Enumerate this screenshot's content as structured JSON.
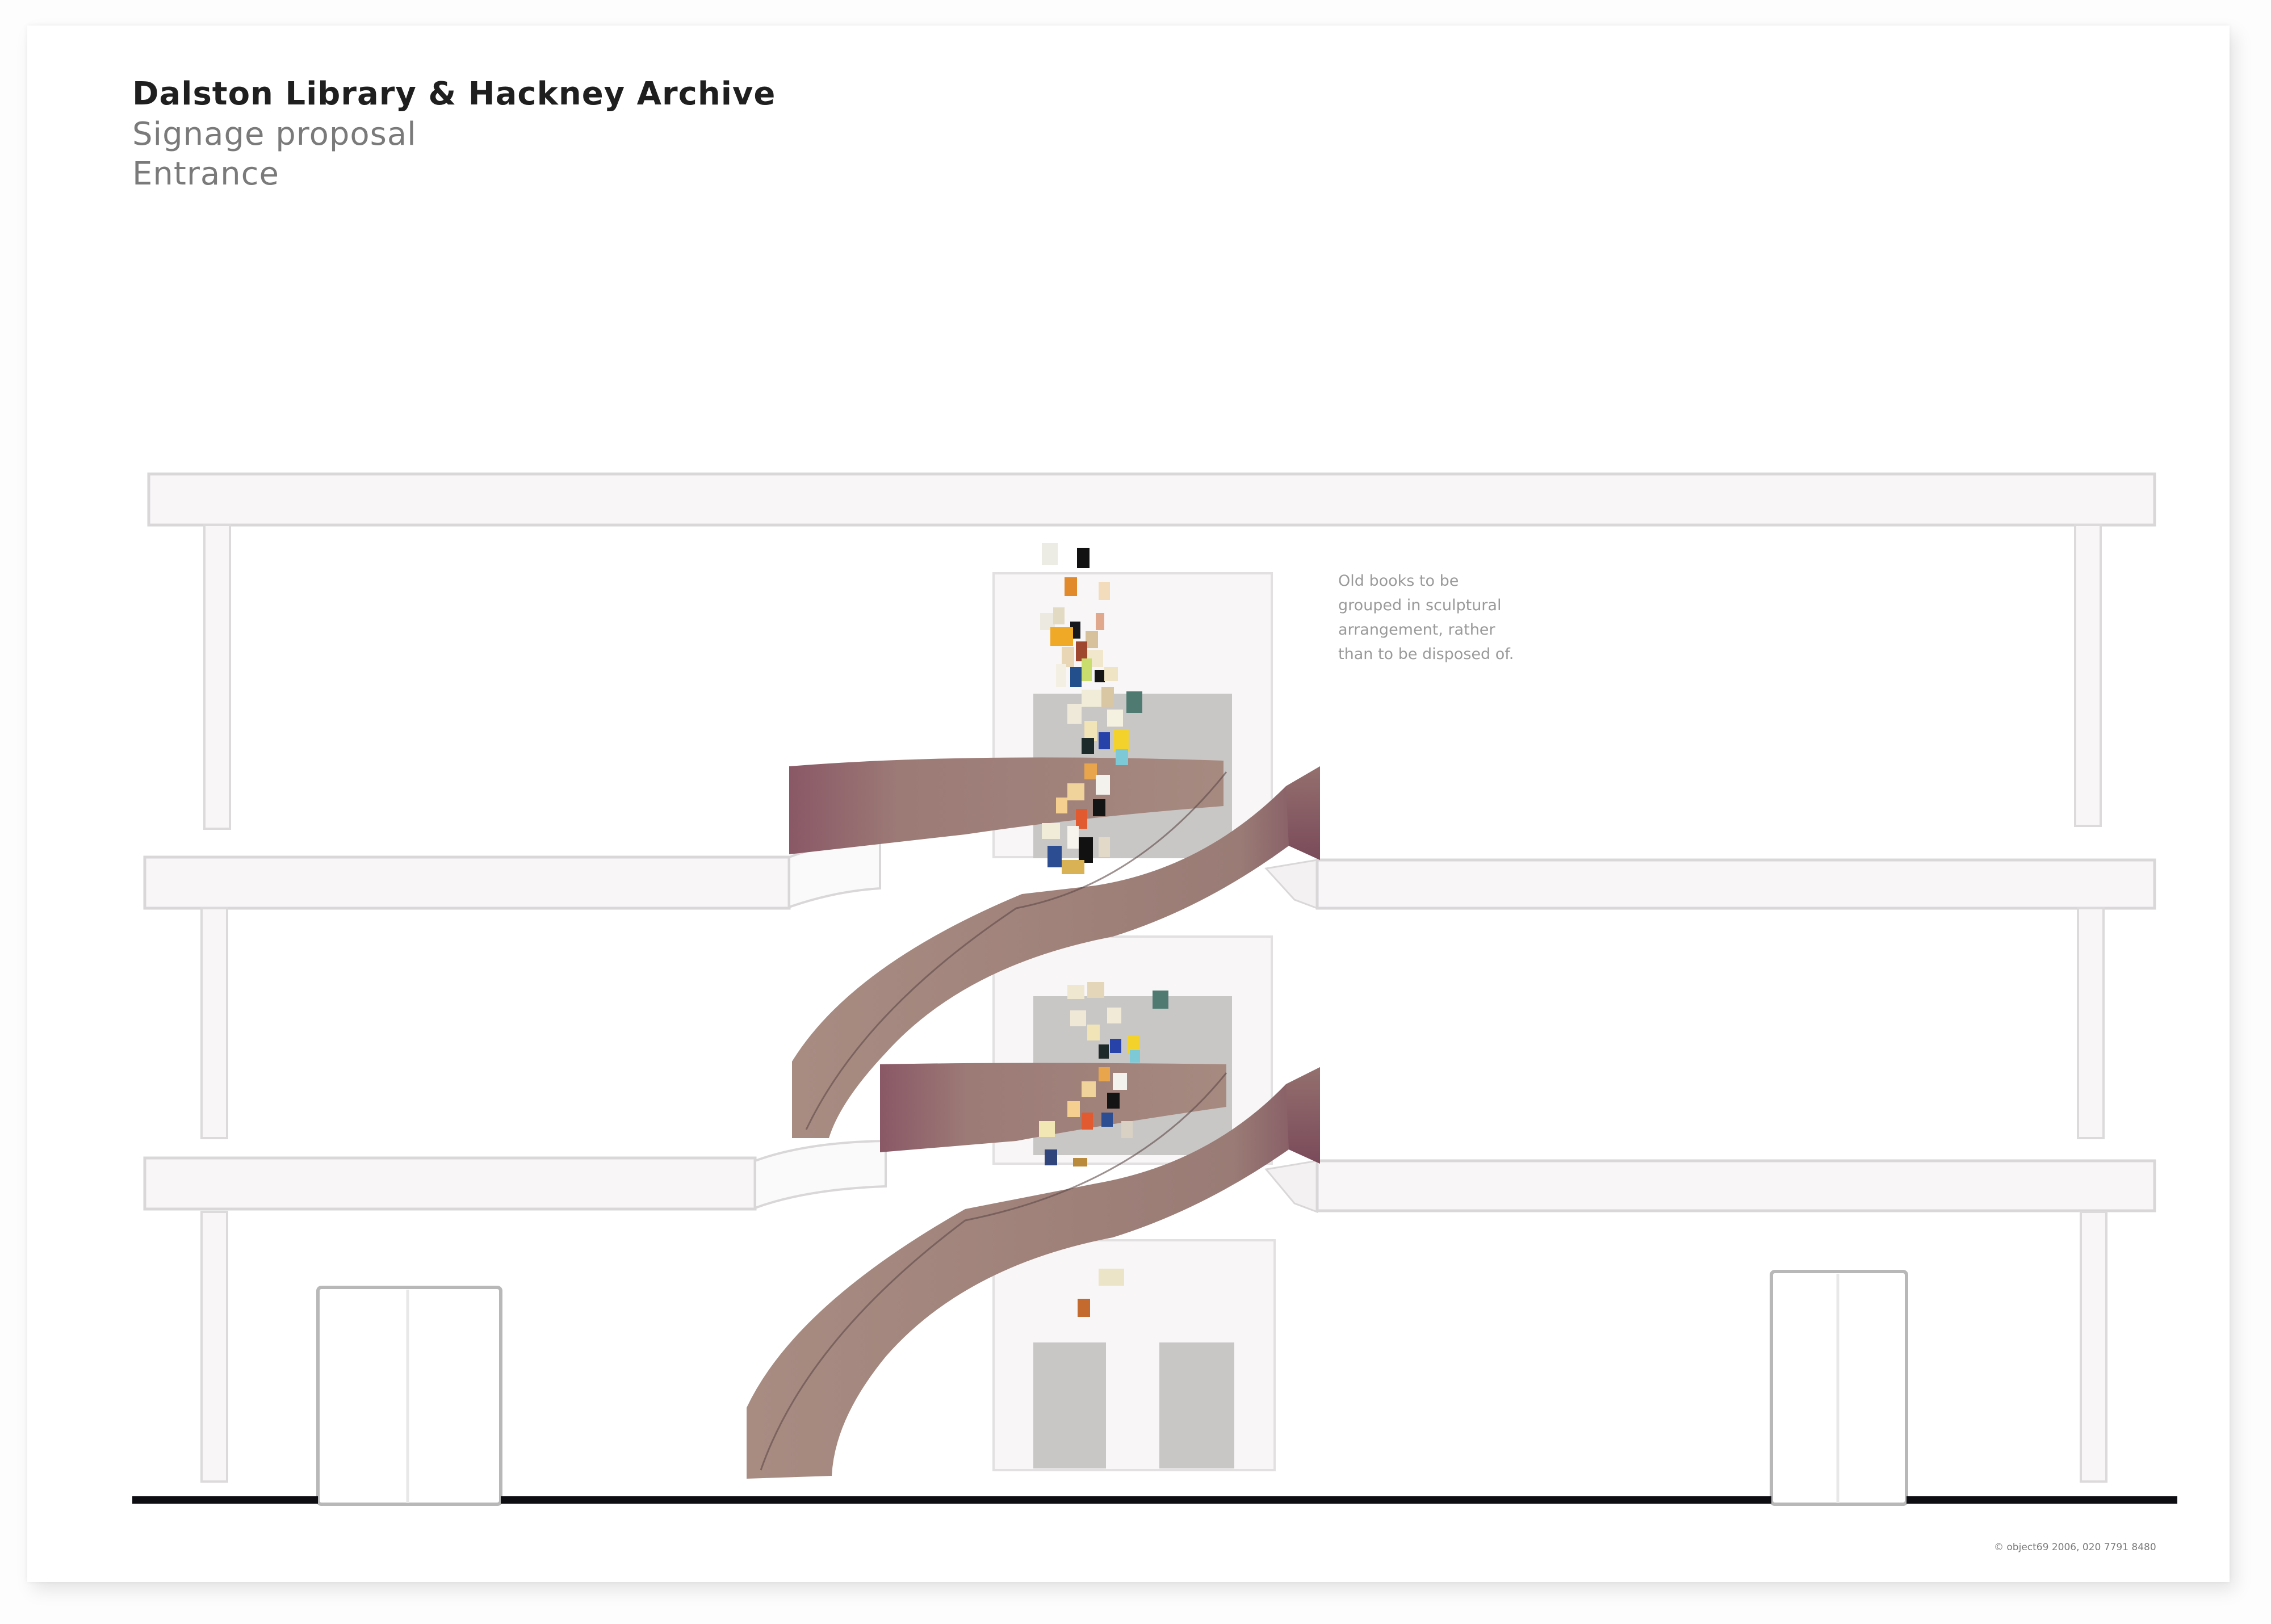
{
  "title": {
    "main": "Dalston Library & Hackney Archive",
    "subtitle": "Signage proposal",
    "view": "Entrance"
  },
  "annotation": {
    "lines": [
      "Old books to be",
      "grouped in sculptural",
      "arrangement, rather",
      "than to be disposed of."
    ]
  },
  "footer": {
    "credit": "© object69 2006, 020 7791 8480"
  },
  "colors": {
    "paper": "#ffffff",
    "slab_fill": "#f8f6f7",
    "slab_stroke": "#d9d7d8",
    "stair": "#9e7f77",
    "stair_dark": "#7d4b5b",
    "panel_grey": "#c9c7c6",
    "ground": "#111111",
    "door_stroke": "#b8b8b8"
  },
  "drawing": {
    "type": "architectural section / elevation",
    "floors": 3,
    "elements": [
      "roof slab",
      "floor slab level 2",
      "floor slab level 1",
      "columns",
      "entrance doors (2)",
      "central core with lift/door panels",
      "spiral ribbon staircase",
      "book cluster sculpture",
      "ground line"
    ]
  }
}
